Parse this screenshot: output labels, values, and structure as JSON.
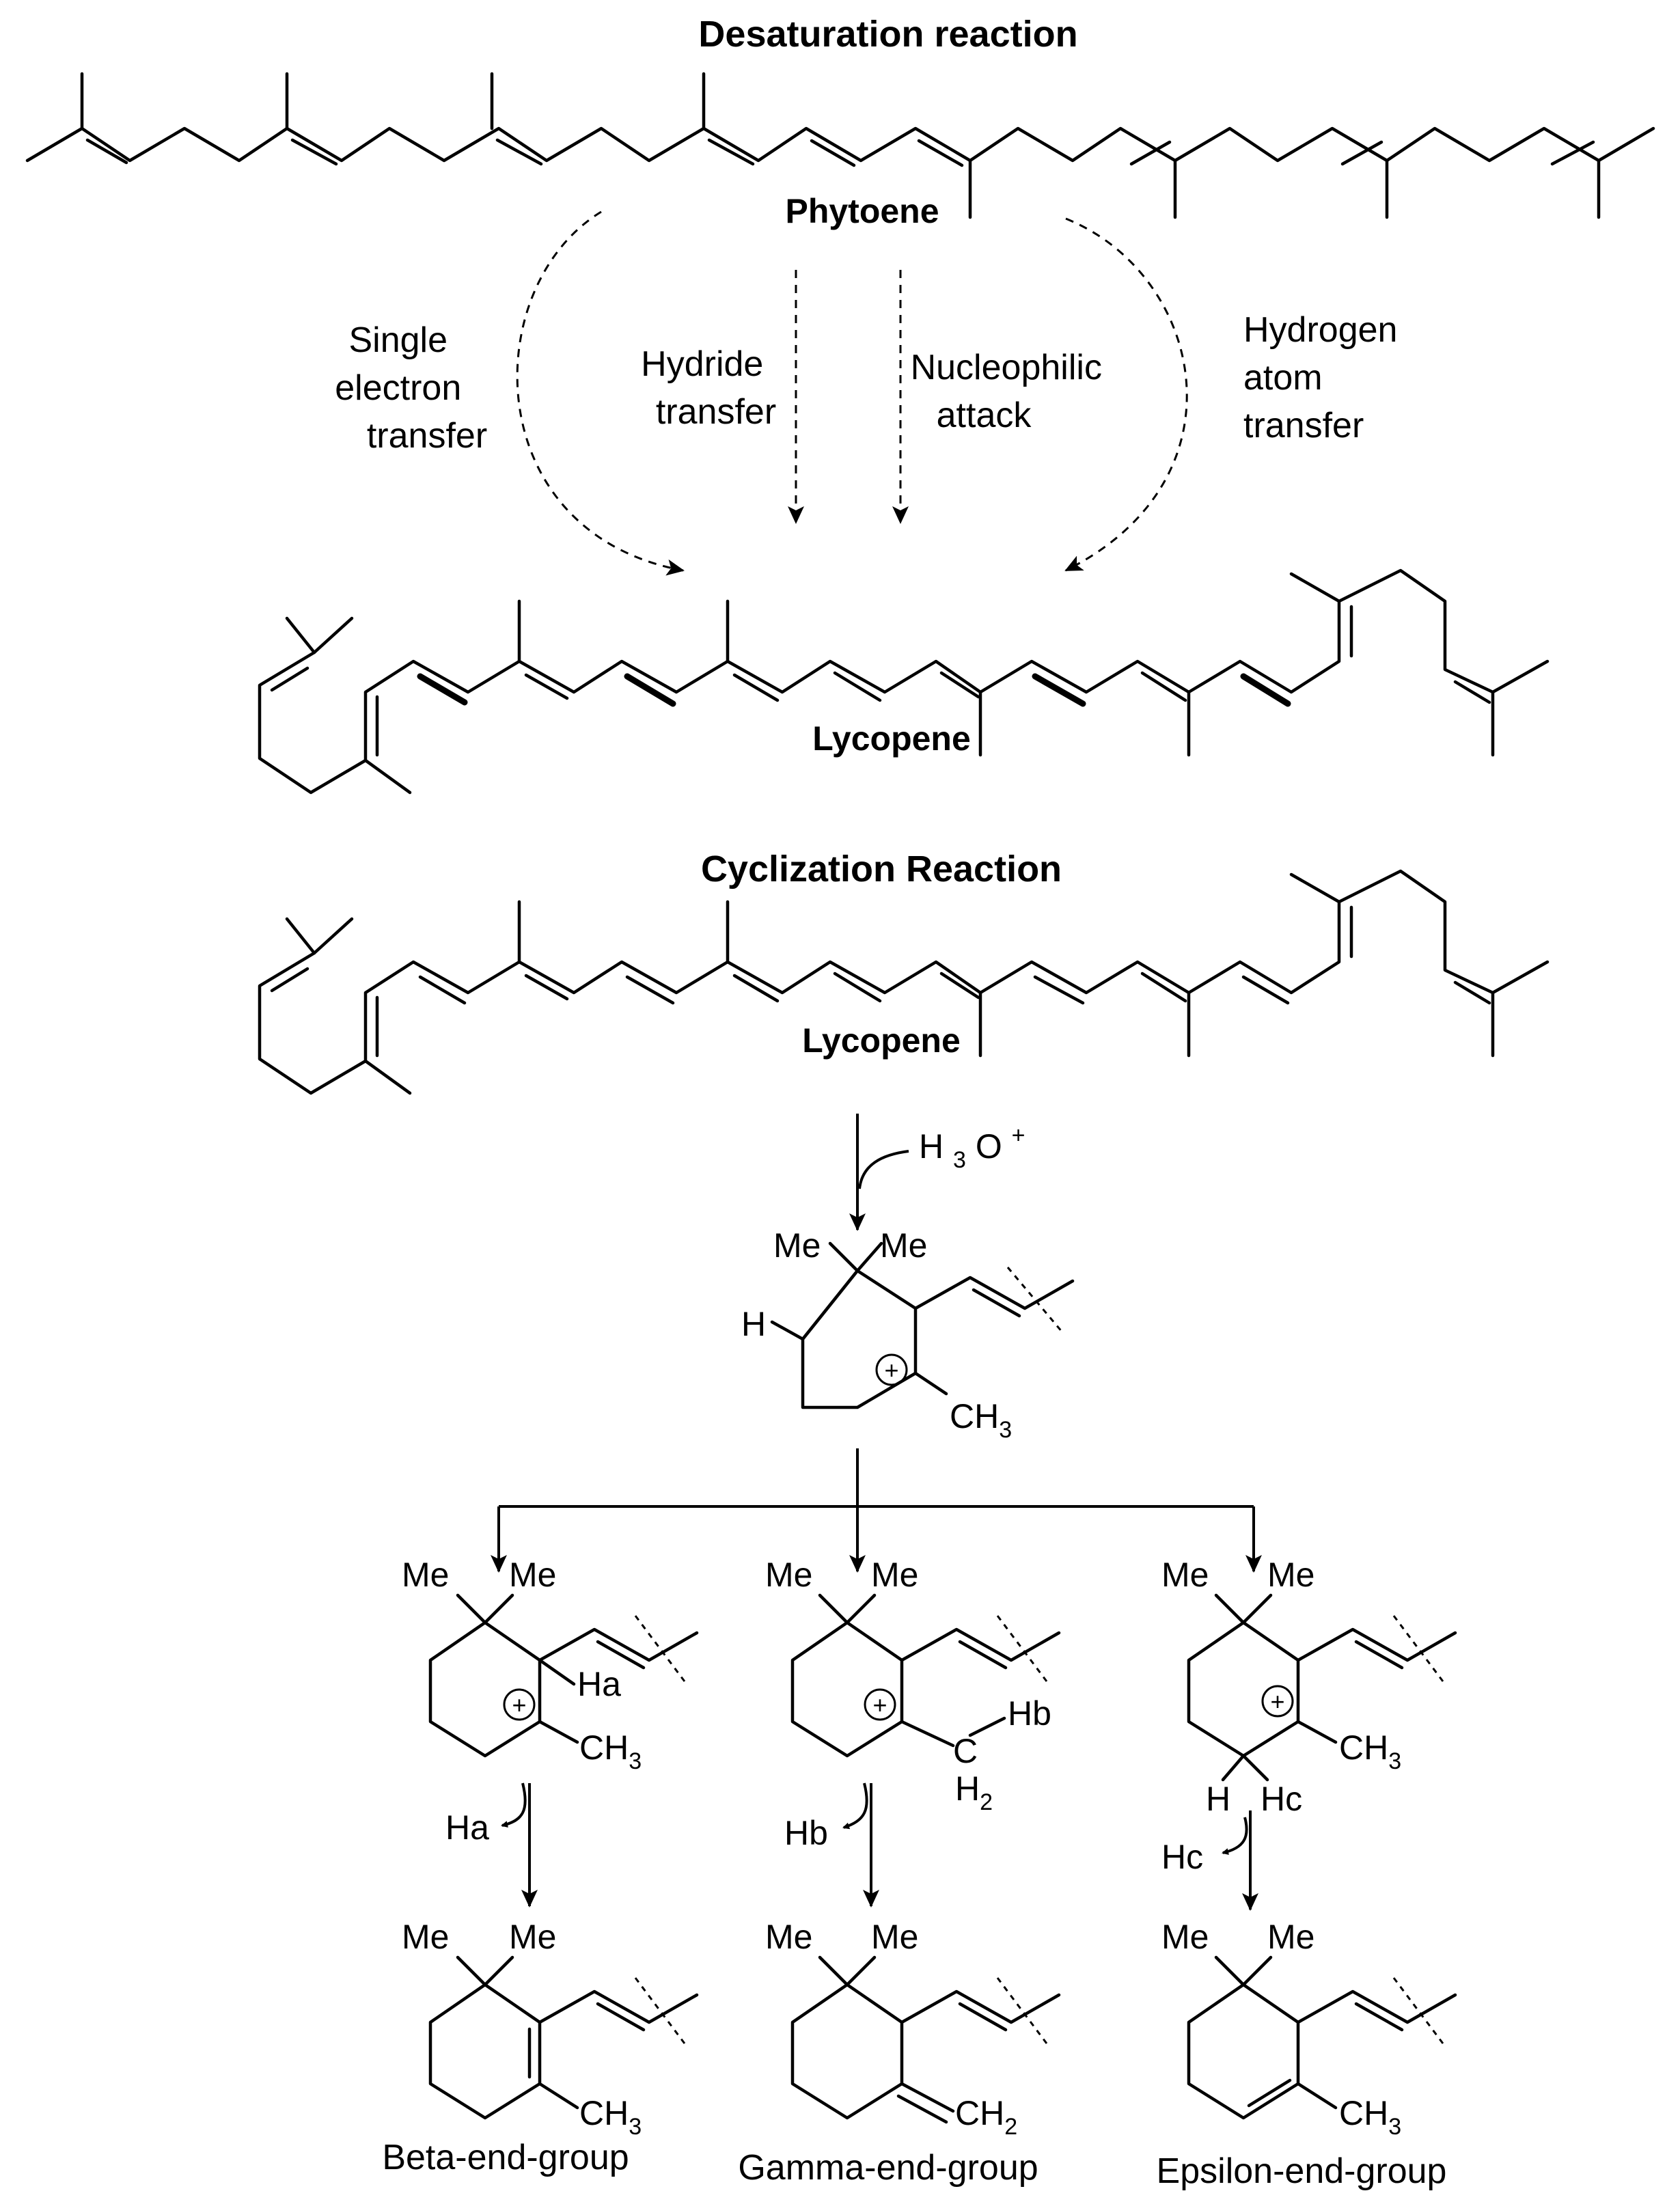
{
  "sections": {
    "desaturation_title": "Desaturation reaction",
    "cyclization_title": "Cyclization Reaction"
  },
  "molecules": {
    "phytoene": "Phytoene",
    "lycopene_1": "Lycopene",
    "lycopene_2": "Lycopene"
  },
  "mechanisms": {
    "single_electron_transfer": [
      "Single",
      "electron",
      "transfer"
    ],
    "hydride_transfer": [
      "Hydride",
      "transfer"
    ],
    "nucleophilic_attack": [
      "Nucleophilic",
      "attack"
    ],
    "hydrogen_atom_transfer": [
      "Hydrogen",
      "atom",
      "transfer"
    ]
  },
  "reagent": {
    "base": "H",
    "sub": "3",
    "o": "O",
    "sup": "+"
  },
  "labels": {
    "me": "Me",
    "h": "H",
    "ha": "Ha",
    "hb": "Hb",
    "hc": "Hc",
    "ch3_base": "CH",
    "ch3_sub": "3",
    "ch2_base": "CH",
    "ch2_sub": "2",
    "c": "C",
    "h2_base": "H",
    "h2_sub": "2",
    "plus": "+"
  },
  "products": {
    "beta": "Beta-end-group",
    "gamma": "Gamma-end-group",
    "epsilon": "Epsilon-end-group"
  }
}
